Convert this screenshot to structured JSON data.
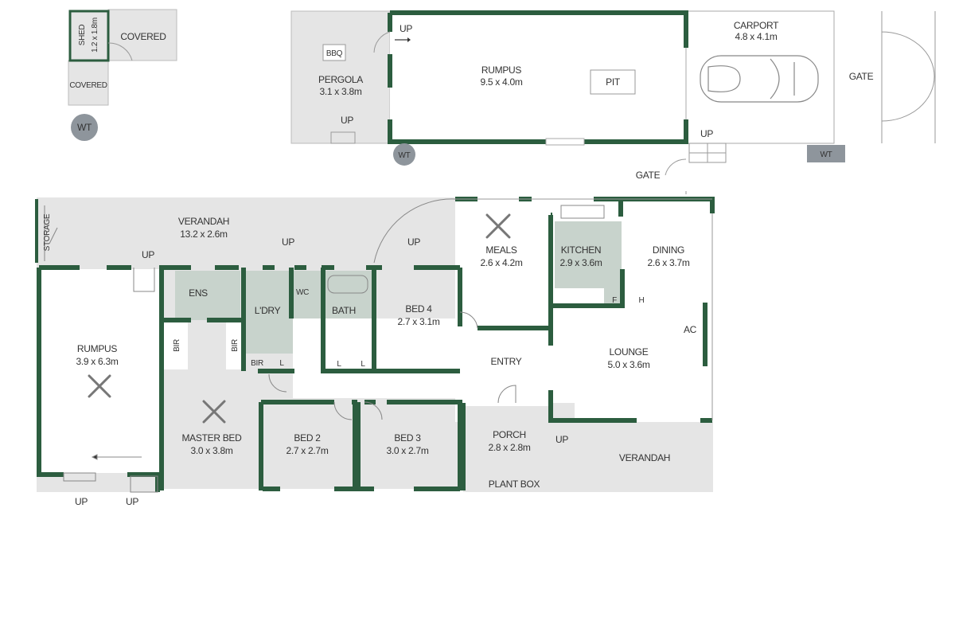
{
  "colors": {
    "wall": "#2c5d3f",
    "outdoor_area": "#e5e5e5",
    "wet_area": "#c8d3cc",
    "water_tank": "#8e959c"
  },
  "outbuildings": {
    "shed": {
      "name": "SHED",
      "size": "1.2 x 1.8m"
    },
    "covered_1": "COVERED",
    "covered_2": "COVERED",
    "wt_1": "WT",
    "pergola": {
      "name": "PERGOLA",
      "size": "3.1 x 3.8m"
    },
    "bbq": "BBQ",
    "pergola_up": "UP",
    "rumpus_up": "UP",
    "rumpus": {
      "name": "RUMPUS",
      "size": "9.5 x 4.0m"
    },
    "pit": "PIT",
    "wt_2": "WT",
    "carport": {
      "name": "CARPORT",
      "size": "4.8 x 4.1m"
    },
    "carport_up": "UP",
    "wt_3": "WT",
    "gate_1": "GATE",
    "gate_2": "GATE"
  },
  "house": {
    "storage": "STORAGE",
    "verandah_rear": {
      "name": "VERANDAH",
      "size": "13.2 x 2.6m"
    },
    "up_labels": [
      "UP",
      "UP",
      "UP",
      "UP",
      "UP",
      "UP"
    ],
    "rumpus": {
      "name": "RUMPUS",
      "size": "3.9 x 6.3m"
    },
    "ens": "ENS",
    "bir": [
      "BIR",
      "BIR",
      "BIR"
    ],
    "laundry": "L'DRY",
    "wc": "WC",
    "bath": "BATH",
    "linen": [
      "L",
      "L",
      "L"
    ],
    "bed4": {
      "name": "BED 4",
      "size": "2.7 x 3.1m"
    },
    "master": {
      "name": "MASTER BED",
      "size": "3.0 x 3.8m"
    },
    "bed2": {
      "name": "BED 2",
      "size": "2.7 x 2.7m"
    },
    "bed3": {
      "name": "BED 3",
      "size": "3.0 x 2.7m"
    },
    "meals": {
      "name": "MEALS",
      "size": "2.6 x 4.2m"
    },
    "kitchen": {
      "name": "KITCHEN",
      "size": "2.9 x 3.6m"
    },
    "fridge": "F",
    "hw": "H",
    "dining": {
      "name": "DINING",
      "size": "2.6 x 3.7m"
    },
    "ac": "AC",
    "lounge": {
      "name": "LOUNGE",
      "size": "5.0 x 3.6m"
    },
    "entry": "ENTRY",
    "porch": {
      "name": "PORCH",
      "size": "2.8 x 2.8m"
    },
    "plant_box": "PLANT BOX",
    "verandah_front": "VERANDAH"
  }
}
